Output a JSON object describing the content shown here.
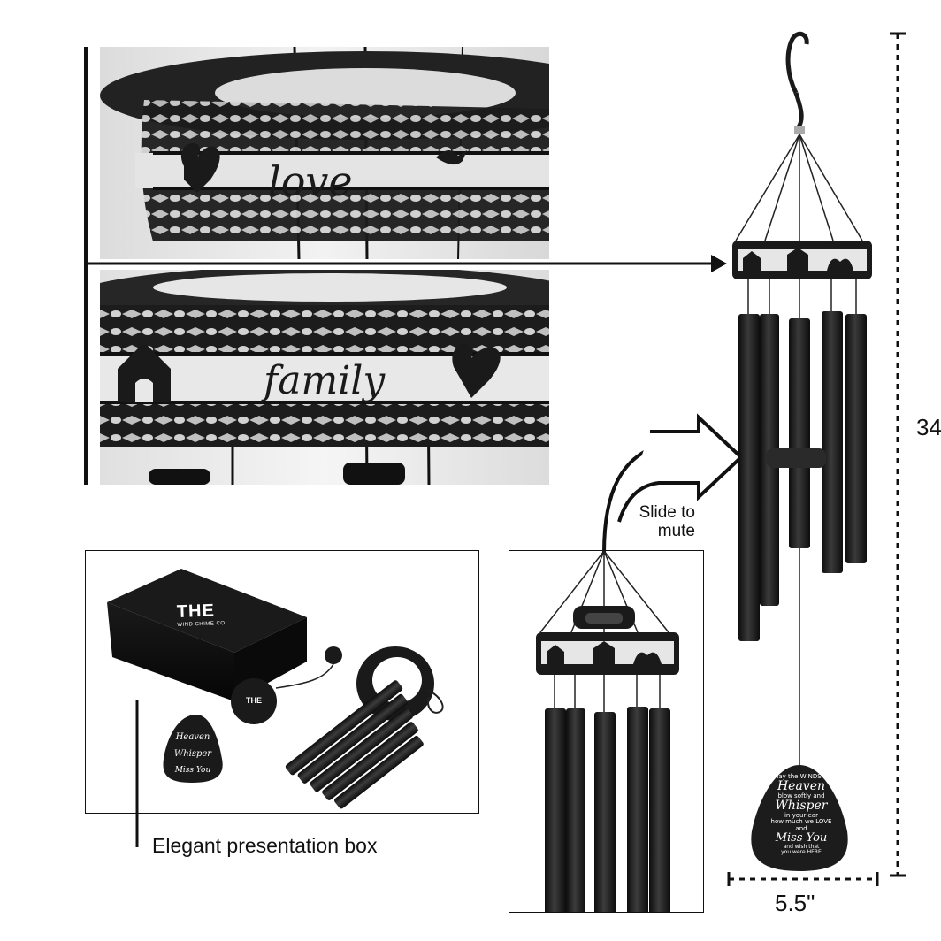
{
  "closeups": {
    "top_word": "love",
    "bottom_word": "family"
  },
  "annotations": {
    "slide_label_line1": "Slide to",
    "slide_label_line2": "mute",
    "box_caption": "Elegant presentation box",
    "height_label": "34",
    "width_label": "5.5\""
  },
  "box": {
    "brand_name": "THE",
    "brand_sub": "WIND CHIME CO"
  },
  "tag": {
    "line1": "May the WINDS of",
    "line2": "Heaven",
    "line3": "blow softly and",
    "line4": "Whisper",
    "line5": "in your ear",
    "line6": "how much we LOVE",
    "line7": "and",
    "line8": "Miss You",
    "line9": "and wish that",
    "line10": "you were HERE"
  },
  "colors": {
    "metal": "#1a1a1a",
    "photo_bg": "#e9e9e9",
    "line": "#111111"
  }
}
